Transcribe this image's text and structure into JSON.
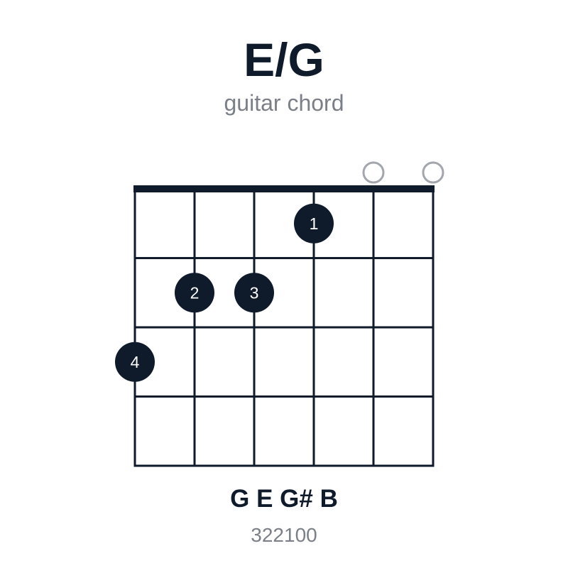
{
  "chord": {
    "name": "E/G",
    "subtitle": "guitar chord",
    "notes": "G E G# B",
    "code": "322100"
  },
  "fretboard": {
    "string_count": 6,
    "fret_count": 4,
    "open_strings": [
      5,
      6
    ],
    "fingers": [
      {
        "string": 4,
        "fret": 1,
        "label": "1"
      },
      {
        "string": 2,
        "fret": 2,
        "label": "2"
      },
      {
        "string": 3,
        "fret": 2,
        "label": "3"
      },
      {
        "string": 1,
        "fret": 3,
        "label": "4"
      }
    ]
  },
  "colors": {
    "ink": "#0f1a2a",
    "muted": "#7b7f87",
    "open_marker": "#a3a6ad",
    "finger_text": "#ffffff"
  }
}
